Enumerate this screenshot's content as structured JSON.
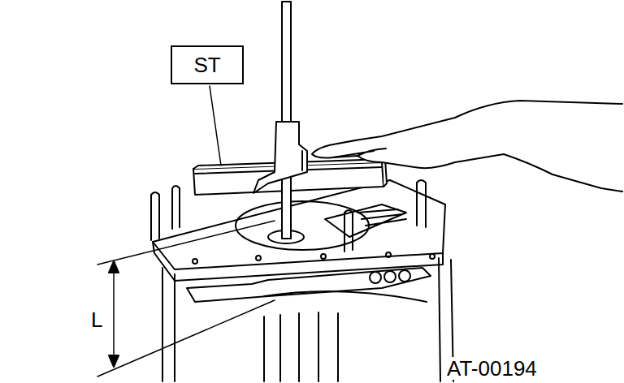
{
  "diagram": {
    "nodes": [
      {
        "text": [
          "ST"
        ]
      }
    ],
    "labels": [
      "L",
      "AT-00194"
    ]
  }
}
